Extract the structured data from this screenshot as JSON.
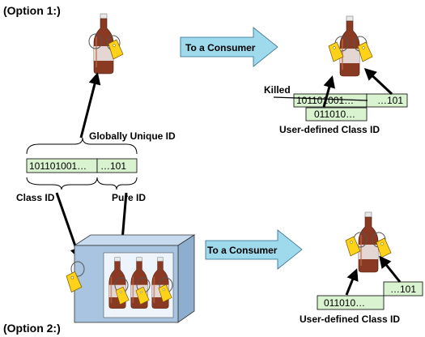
{
  "labels": {
    "option1": "(Option 1:)",
    "option2": "(Option 2:)",
    "globally_unique_id": "Globally Unique ID",
    "class_id": "Class ID",
    "pure_id": "Pure ID",
    "killed": "Killed",
    "user_defined_class_id_top": "User-defined Class ID",
    "user_defined_class_id_bottom": "User-defined Class ID"
  },
  "arrows": {
    "to_consumer_top": "To a Consumer",
    "to_consumer_bottom": "To a Consumer"
  },
  "id_boxes": {
    "middle_class_part": "101101001…",
    "middle_pure_part": "…101",
    "top_killed_part": "101101001…",
    "top_pure_part": "…101",
    "top_class_part": "011010…",
    "bottom_class_part": "011010…",
    "bottom_pure_part": "…101"
  },
  "colors": {
    "id_box_fill": "#d9f2d0",
    "arrow_fill": "#9fd9ec",
    "bottle_brown": "#8a3a22",
    "tag_yellow": "#ffd21a",
    "case_blue": "#a8c4e0"
  }
}
